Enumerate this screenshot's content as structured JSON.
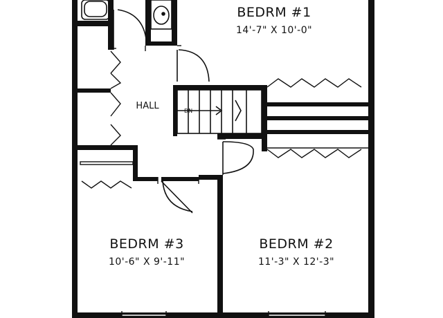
{
  "rooms": {
    "bedroom1": {
      "name": "BEDRM #1",
      "dims": "14'-7\" X 10'-0\""
    },
    "bedroom2": {
      "name": "BEDRM #2",
      "dims": "11'-3\" X 12'-3\""
    },
    "bedroom3": {
      "name": "BEDRM #3",
      "dims": "10'-6\" X 9'-11\""
    },
    "hall": {
      "name": "HALL"
    }
  },
  "stairs": {
    "label": "DN"
  },
  "colors": {
    "ink": "#111111",
    "paper": "#ffffff"
  }
}
